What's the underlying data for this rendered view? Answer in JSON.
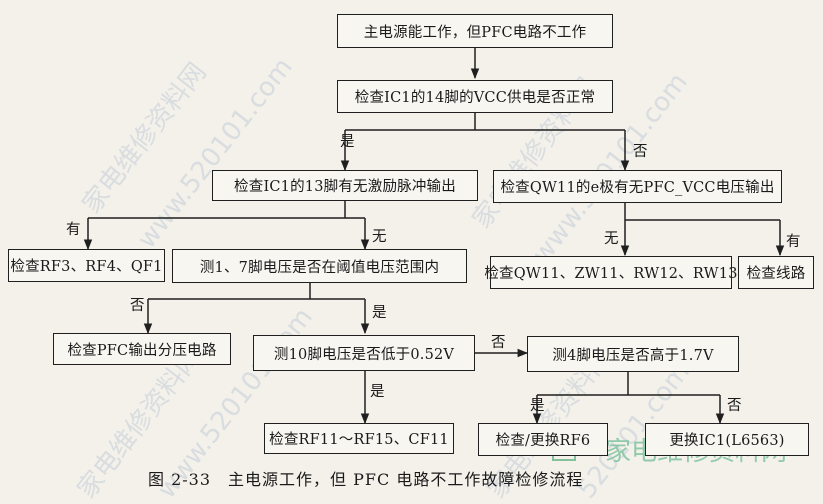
{
  "boxes": {
    "b1": "主电源能工作，但PFC电路不工作",
    "b2": "检查IC1的14脚的VCC供电是否正常",
    "b3": "检查IC1的13脚有无激励脉冲输出",
    "b4": "检查QW11的e极有无PFC_VCC电压输出",
    "b5": "检查RF3、RF4、QF1",
    "b6": "测1、7脚电压是否在阈值电压范围内",
    "b7": "检查QW11、ZW11、RW12、RW13",
    "b8": "检查线路",
    "b9": "检查PFC输出分压电路",
    "b10": "测10脚电压是否低于0.52V",
    "b11": "测4脚电压是否高于1.7V",
    "b12": "检查RF11～RF15、CF11",
    "b13": "检查/更换RF6",
    "b14": "更换IC1(L6563)"
  },
  "labels": {
    "yes1": "是",
    "no1": "否",
    "you1": "有",
    "wu1": "无",
    "wu2": "无",
    "you2": "有",
    "no2": "否",
    "yes2": "是",
    "no3": "否",
    "yes3": "是",
    "yes4": "是",
    "no4": "否"
  },
  "caption": "图 2-33　主电源工作，但 PFC 电路不工作故障检修流程",
  "watermarks": [
    "家电维修资料网",
    "www.520101.com",
    "家电维修资料网",
    "520101.com"
  ],
  "colors": {
    "line": "#1f1f1f",
    "paper": "#f3f1ea",
    "watermark": "#b9c6d6",
    "watermark_green": "#7fc4a0"
  }
}
